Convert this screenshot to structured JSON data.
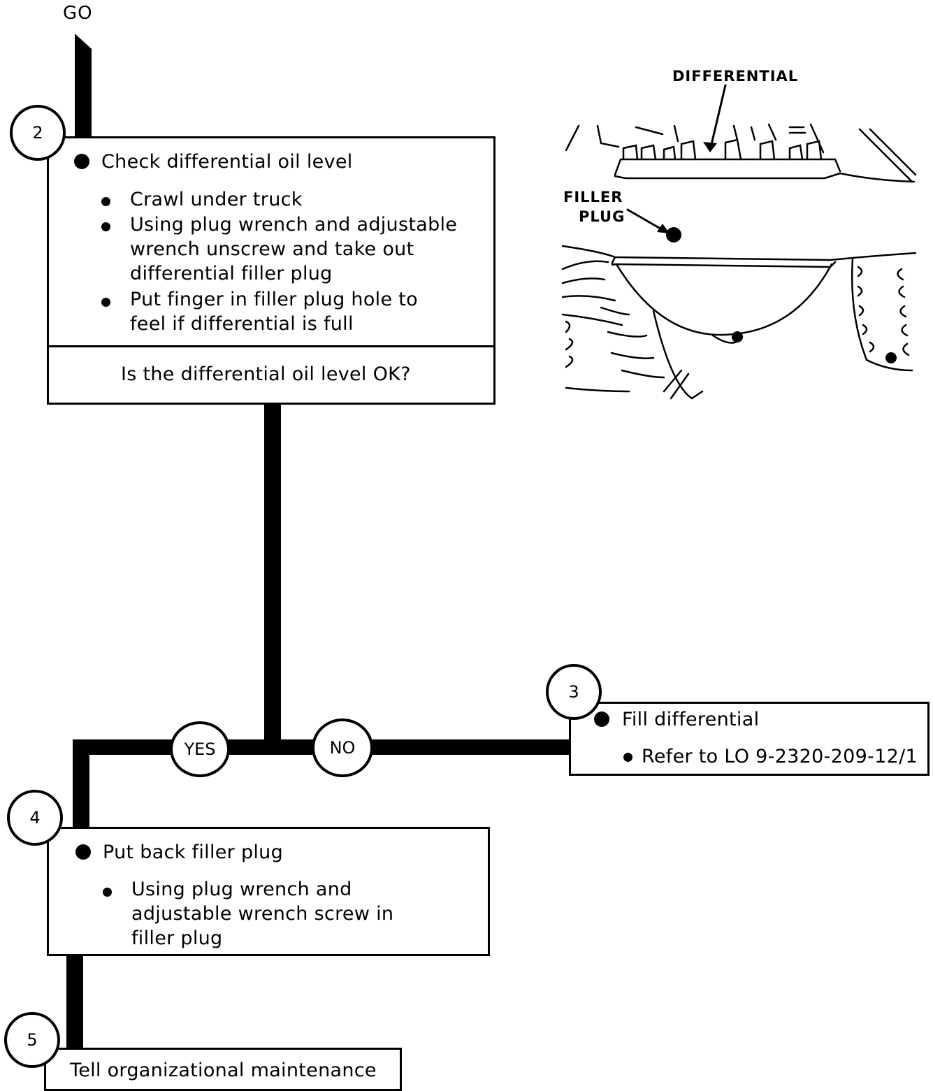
{
  "start_label": "GO",
  "step2": {
    "number": "2",
    "title": "Check differential oil level",
    "substeps": [
      [
        "Crawl under truck"
      ],
      [
        "Using plug wrench and adjustable",
        "wrench unscrew and take out",
        "differential filler plug"
      ],
      [
        "Put finger in filler plug hole to",
        "feel if differential is full"
      ]
    ],
    "question": "Is the differential oil level OK?"
  },
  "branch": {
    "yes": "YES",
    "no": "NO"
  },
  "step3": {
    "number": "3",
    "title": "Fill differential",
    "substep": "Refer to LO 9-2320-209-12/1"
  },
  "step4": {
    "number": "4",
    "title": "Put back filler plug",
    "substeps": [
      [
        "Using plug wrench and",
        "adjustable wrench screw in",
        "filler plug"
      ]
    ]
  },
  "step5": {
    "number": "5",
    "title": "Tell organizational maintenance"
  },
  "illustration": {
    "label_differential": "DIFFERENTIAL",
    "label_filler_1": "FILLER",
    "label_filler_2": "PLUG"
  }
}
